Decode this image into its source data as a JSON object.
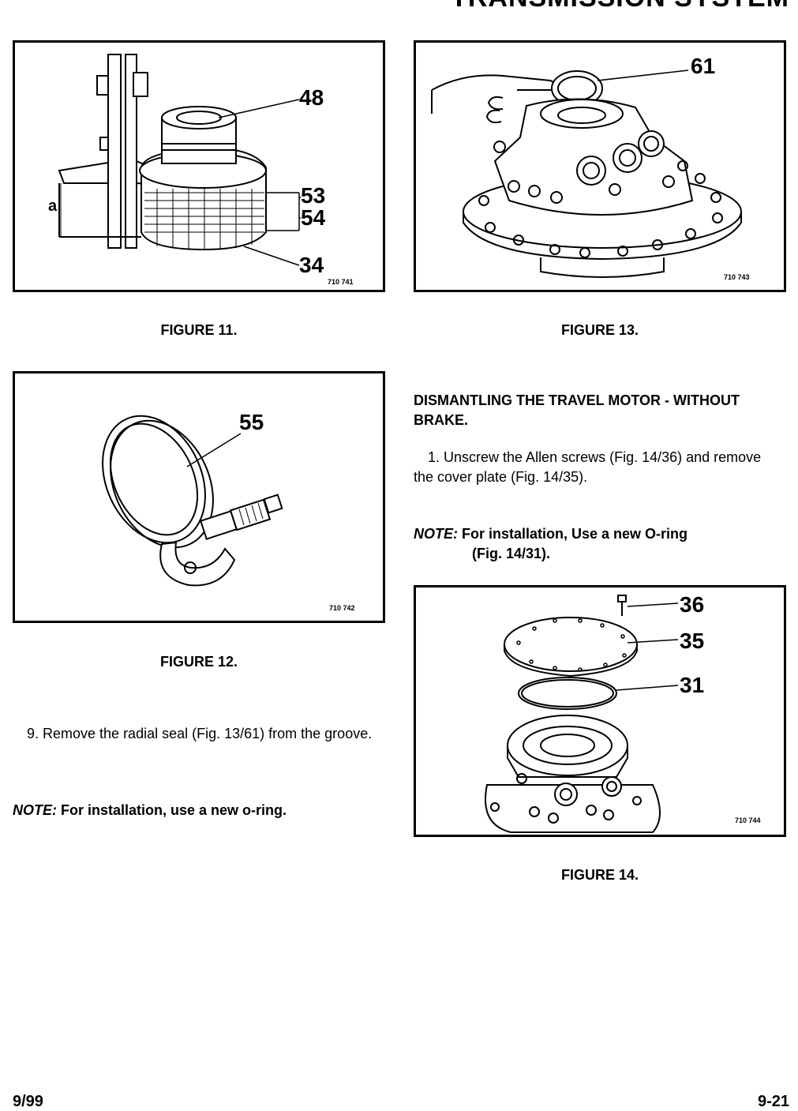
{
  "header": {
    "title": "TRANSMISSION SYSTEM"
  },
  "figure11": {
    "caption": "FIGURE 11.",
    "code": "710 741",
    "callouts": {
      "c48": "48",
      "c53": "53",
      "c54": "54",
      "c34": "34",
      "dim": "a"
    }
  },
  "figure12": {
    "caption": "FIGURE 12.",
    "code": "710 742",
    "callouts": {
      "c55": "55"
    }
  },
  "figure13": {
    "caption": "FIGURE 13.",
    "code": "710 743",
    "callouts": {
      "c61": "61"
    }
  },
  "figure14": {
    "caption": "FIGURE 14.",
    "code": "710 744",
    "callouts": {
      "c36": "36",
      "c35": "35",
      "c31": "31"
    }
  },
  "left_text": {
    "step9": "9.  Remove the radial seal (Fig. 13/61) from the groove.",
    "note_lead": "NOTE:",
    "note_body": " For installation, use a new o-ring."
  },
  "right_text": {
    "heading": "DISMANTLING THE TRAVEL MOTOR - WITHOUT BRAKE.",
    "step1": "1.  Unscrew the Allen screws (Fig. 14/36) and remove the cover plate (Fig. 14/35).",
    "note_lead": "NOTE:",
    "note_line1": " For installation, Use a new O-ring",
    "note_line2": "(Fig. 14/31)."
  },
  "footer": {
    "left": "9/99",
    "right": "9-21"
  }
}
